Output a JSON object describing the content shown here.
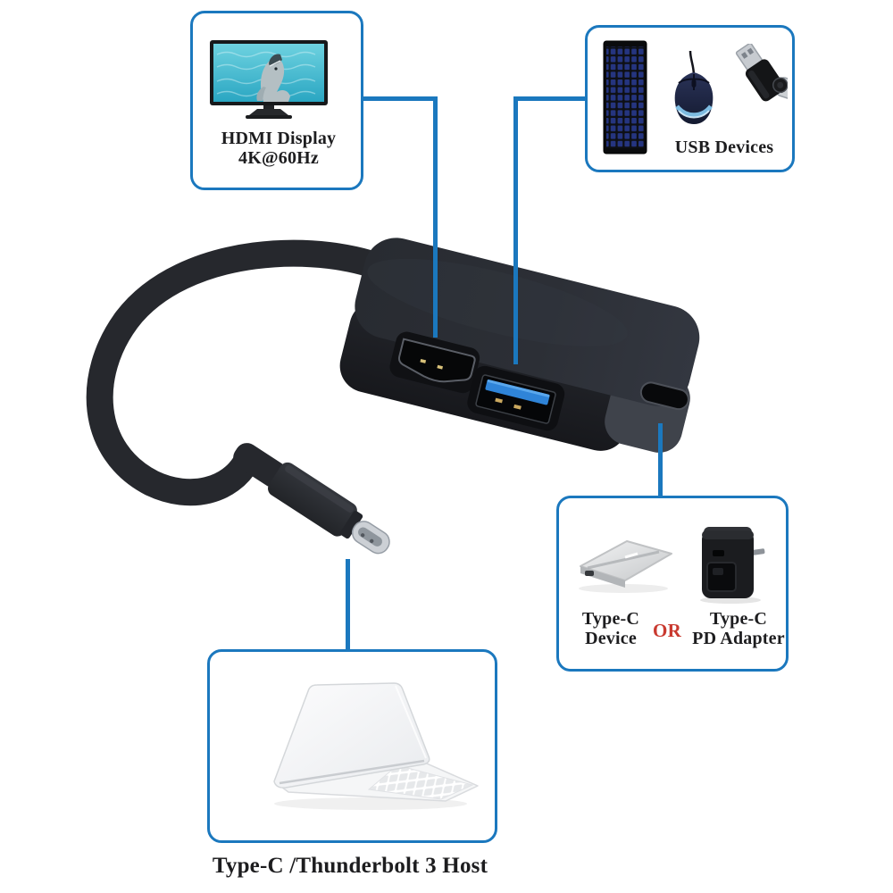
{
  "colors": {
    "callout_blue": "#1b78be",
    "or_red": "#c9392f",
    "label_color": "#1d1d1f",
    "hub_body": "#2b2e35",
    "usb_tongue_blue": "#2f84d8"
  },
  "callouts": {
    "hdmi_display": {
      "line1": "HDMI Display",
      "line2": "4K@60Hz",
      "icon": "hdmi-display-icon"
    },
    "usb_devices": {
      "label": "USB Devices",
      "icons": [
        "keyboard-icon",
        "mouse-icon",
        "usb-flash-drive-icon"
      ]
    },
    "type_c": {
      "device_line1": "Type-C",
      "device_line2": "Device",
      "or": "OR",
      "adapter_line1": "Type-C",
      "adapter_line2": "PD Adapter",
      "icons": [
        "type-c-ssd-icon",
        "pd-adapter-icon"
      ]
    },
    "host": {
      "label": "Type-C /Thunderbolt 3 Host",
      "icon": "laptop-icon"
    }
  },
  "product": {
    "image": "usb-c-hub-with-cable",
    "ports": [
      "hdmi-port",
      "usb-a-port",
      "usb-c-port"
    ],
    "cable": "usb-c-cable"
  }
}
